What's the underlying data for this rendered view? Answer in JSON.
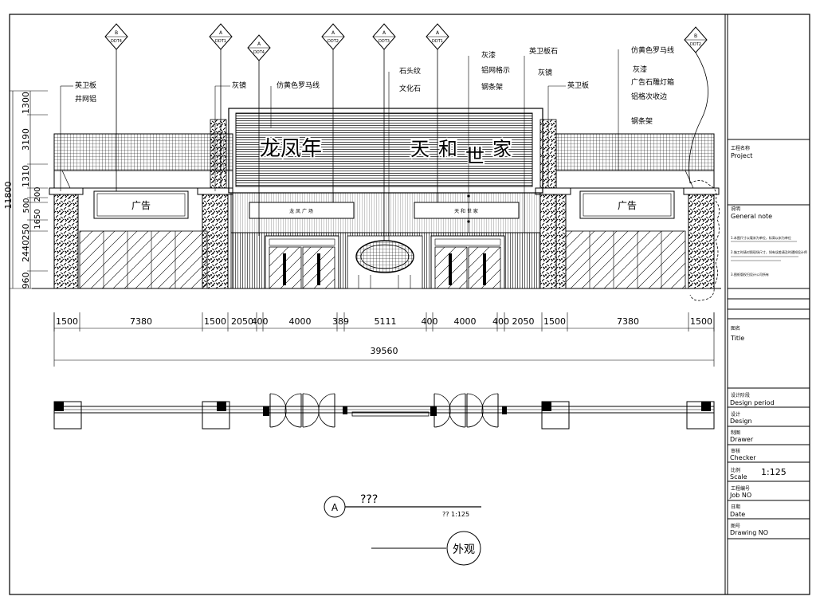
{
  "tags": {
    "t1": {
      "top": "B",
      "bottom": "DDT4"
    },
    "t2": {
      "top": "A",
      "bottom": "DDT1"
    },
    "t3": {
      "top": "A",
      "bottom": "DDT4"
    },
    "t4": {
      "top": "A",
      "bottom": "DDT2"
    },
    "t5": {
      "top": "A",
      "bottom": "DDT3"
    },
    "t6": {
      "top": "A",
      "bottom": "DDT1"
    },
    "t7": {
      "top": "B",
      "bottom": "DDT2"
    }
  },
  "notes": {
    "n1a": "英卫板",
    "n1b": "井网铝",
    "n2": "灰镜",
    "n3": "仿黄色罗马线",
    "n4a": "石头纹",
    "n4b": "文化石",
    "n5a": "灰漆",
    "n5b": "铝网格示",
    "n5c": "钢条架",
    "n6a": "英卫板石",
    "n6b": "灰镜",
    "n7": "英卫板",
    "n8a": "仿黄色罗马线",
    "n8b": "灰漆",
    "n8c": "广告石雕灯箱",
    "n8d": "铝格次收边",
    "n8e": "钢条架"
  },
  "facade": {
    "sign_left": "龙凤年",
    "sign_right_1": "天",
    "sign_right_2": "和",
    "sign_right_3": "世",
    "sign_right_4": "家",
    "ad_left": "广告",
    "ad_right": "广告",
    "band_left": "龙 凤 广 场",
    "band_right": "天 和 世 家"
  },
  "vertical_dims": {
    "overall": "11800",
    "d1": "1300",
    "d2": "3190",
    "d3": "1310",
    "d4": "500",
    "d5": "200",
    "d6": "250",
    "d7": "1650",
    "d8": "2440",
    "d9": "960"
  },
  "horizontal_dims": [
    "1500",
    "7380",
    "1500",
    "2050",
    "400",
    "4000",
    "389",
    "5111",
    "400",
    "4000",
    "400",
    "2050",
    "1500",
    "7380",
    "1500"
  ],
  "total_dim": "39560",
  "caption": {
    "marker": "A",
    "title": "???",
    "scale": "?? 1:125",
    "label": "外观"
  },
  "title_block": {
    "project_cn": "工程名称",
    "project_en": "Project",
    "note_cn": "说明",
    "note_en": "General note",
    "note_line1": "1.本图尺寸以毫米为单位，标高以米为单位",
    "note_line2": "2.施工时请对照现场尺寸，如有误差请及时通知设计师",
    "note_line3": "3.图纸版权归设计公司所有",
    "title_cn": "图名",
    "title_en": "Title",
    "period_cn": "设计阶段",
    "period_en": "Design period",
    "design_cn": "设计",
    "design_en": "Design",
    "drawer_cn": "制图",
    "drawer_en": "Drawer",
    "checker_cn": "审核",
    "checker_en": "Checker",
    "scale_cn": "比例",
    "scale_en": "Scale",
    "scale_value": "1:125",
    "job_cn": "工程编号",
    "job_en": "Job NO",
    "date_cn": "日期",
    "date_en": "Date",
    "dwg_cn": "图号",
    "dwg_en": "Drawing NO"
  }
}
